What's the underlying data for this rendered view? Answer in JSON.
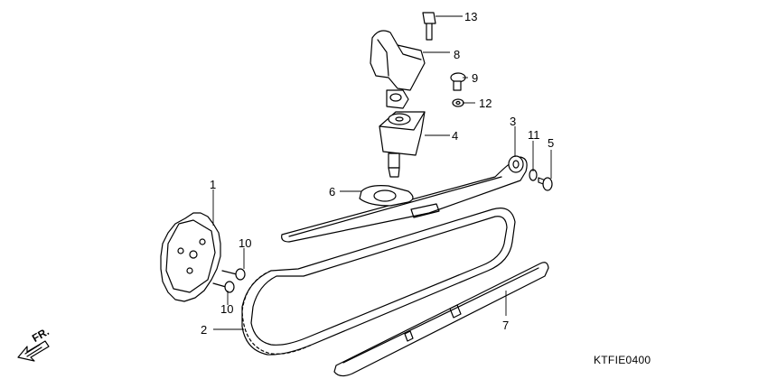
{
  "diagram": {
    "callouts": [
      {
        "id": "part-1",
        "label": "1"
      },
      {
        "id": "part-2",
        "label": "2"
      },
      {
        "id": "part-3",
        "label": "3"
      },
      {
        "id": "part-4",
        "label": "4"
      },
      {
        "id": "part-5",
        "label": "5"
      },
      {
        "id": "part-6",
        "label": "6"
      },
      {
        "id": "part-7",
        "label": "7"
      },
      {
        "id": "part-8",
        "label": "8"
      },
      {
        "id": "part-9",
        "label": "9"
      },
      {
        "id": "part-10a",
        "label": "10"
      },
      {
        "id": "part-10b",
        "label": "10"
      },
      {
        "id": "part-11",
        "label": "11"
      },
      {
        "id": "part-12",
        "label": "12"
      },
      {
        "id": "part-13",
        "label": "13"
      }
    ],
    "direction_label": "FR.",
    "drawing_code": "KTFIE0400"
  }
}
